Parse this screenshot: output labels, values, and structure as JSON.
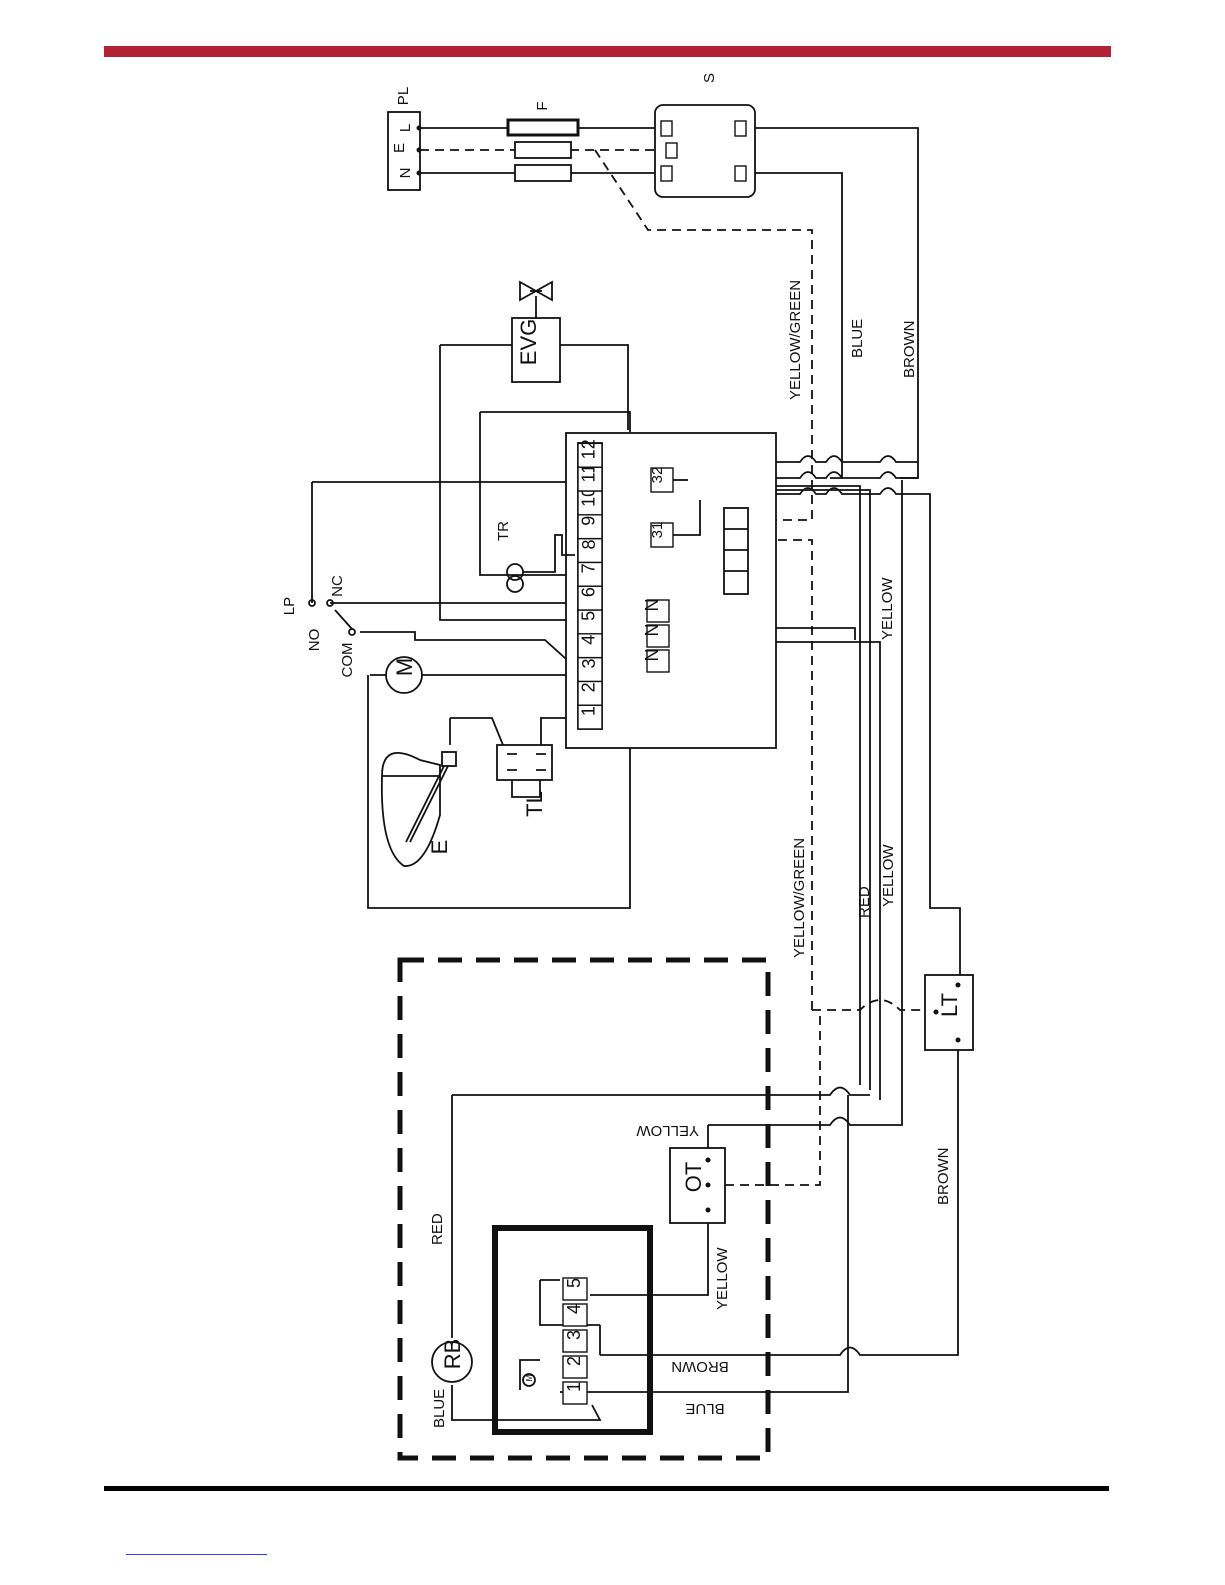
{
  "labels": {
    "pl": "PL",
    "pl_l": "L",
    "pl_e": "E",
    "pl_n": "N",
    "fuse": "F",
    "switch": "S",
    "evg": "EVG",
    "tr": "TR",
    "lp": "LP",
    "no": "NO",
    "nc": "NC",
    "com": "COM",
    "motor": "M",
    "tl": "TL",
    "e": "E",
    "lt": "LT",
    "ot": "OT",
    "rb": "RB",
    "small_motor": "M",
    "n": "N",
    "t31": "31",
    "t32": "32"
  },
  "wire_labels": {
    "yg_top": "YELLOW/GREEN",
    "blue_top": "BLUE",
    "brown_top": "BROWN",
    "yellow_mid": "YELLOW",
    "yg_mid": "YELLOW/GREEN",
    "red_mid": "RED",
    "yellow_mid2": "YELLOW",
    "yellow_ot_top": "YELLOW",
    "red_left": "RED",
    "blue_left": "BLUE",
    "yellow_ot_bottom": "YELLOW",
    "brown_rb": "BROWN",
    "blue_rb": "BLUE",
    "brown_lt": "BROWN"
  },
  "terminal_block": [
    "1",
    "2",
    "3",
    "4",
    "5",
    "6",
    "7",
    "8",
    "9",
    "10",
    "11",
    "12"
  ],
  "rb_terminals": [
    "1",
    "2",
    "3",
    "4",
    "5"
  ]
}
